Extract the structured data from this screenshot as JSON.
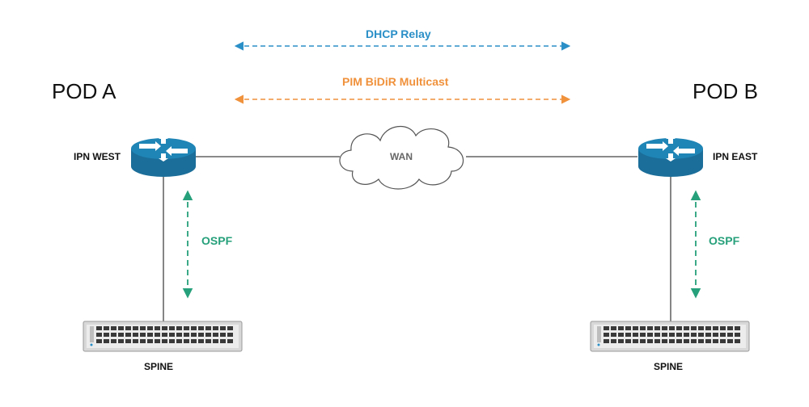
{
  "pods": {
    "a": "POD A",
    "b": "POD B"
  },
  "protocols": {
    "dhcp": "DHCP Relay",
    "pim": "PIM BiDiR Multicast",
    "ospf_west": "OSPF",
    "ospf_east": "OSPF"
  },
  "devices": {
    "ipn_west": "IPN WEST",
    "ipn_east": "IPN EAST",
    "wan": "WAN",
    "spine_west": "SPINE",
    "spine_east": "SPINE"
  },
  "colors": {
    "dhcp": "#2a8fc7",
    "pim": "#f0913c",
    "ospf": "#26a07a",
    "router_body": "#1b6e99",
    "router_top": "#1f85b6",
    "link": "#444444"
  },
  "icons": {
    "router": "router-icon",
    "cloud": "cloud-icon",
    "switch": "switch-icon"
  }
}
